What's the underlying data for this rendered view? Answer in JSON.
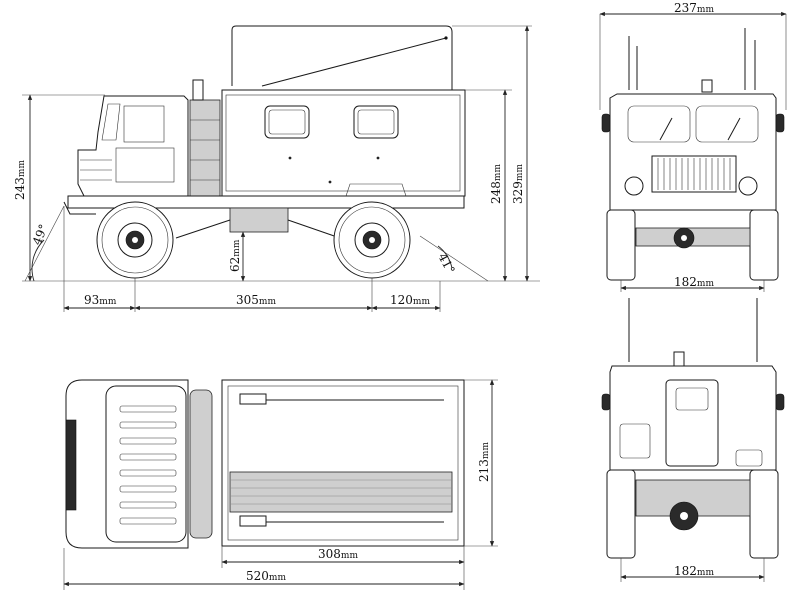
{
  "dimensions": {
    "side_width_top": "237",
    "front_track": "182",
    "rear_track": "182",
    "height_243": "243",
    "height_248": "248",
    "height_329": "329",
    "approach_angle": "49°",
    "departure_angle": "41°",
    "ground_clearance": "62",
    "front_overhang": "93",
    "wheelbase": "305",
    "rear_overhang": "120",
    "top_width": "213",
    "box_length": "308",
    "total_length": "520"
  },
  "unit": "mm"
}
